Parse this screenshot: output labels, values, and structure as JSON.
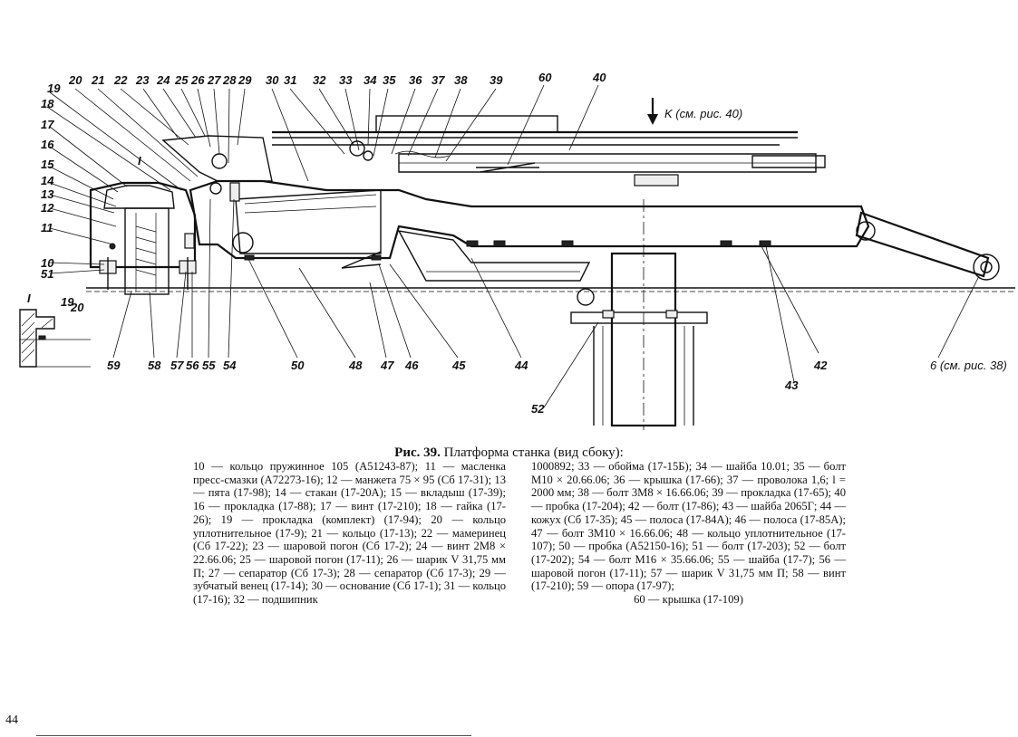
{
  "figure": {
    "view_label": "K (см. рис. 40)",
    "ref_right": "6 (см. рис. 38)",
    "detail_label": "I",
    "detail_inset": {
      "label": "I",
      "numbers": [
        "19",
        "20"
      ]
    },
    "numbers_top": [
      "20",
      "21",
      "22",
      "23",
      "24",
      "25",
      "26",
      "27",
      "28",
      "29",
      "30",
      "31",
      "32",
      "33",
      "34",
      "35",
      "36",
      "37",
      "38",
      "39",
      "60",
      "40"
    ],
    "numbers_left": [
      "19",
      "18",
      "17",
      "16",
      "15",
      "14",
      "13",
      "12",
      "11",
      "10",
      "51"
    ],
    "numbers_bottom": [
      "59",
      "58",
      "57",
      "56",
      "55",
      "54",
      "50",
      "48",
      "47",
      "46",
      "45",
      "44",
      "52",
      "43",
      "42"
    ]
  },
  "caption": {
    "label": "Рис. 39.",
    "title": "Платформа станка (вид сбоку):"
  },
  "legend_left": "10 — кольцо пружинное 105 (А51243-87); 11 — масленка пресс-смазки (А72273-16); 12 — манжета 75 × 95 (Сб 17-31); 13 — пята (17-98); 14 — стакан (17-20А); 15 — вкладыш (17-39); 16 — прокладка (17-88); 17 — винт (17-210); 18 — гайка (17-26); 19 — прокладка (комплект) (17-94); 20 — кольцо уплотнительное (17-9); 21 — кольцо (17-13); 22 — мамеринец (Сб 17-22); 23 — шаровой погон (Сб 17-2); 24 — винт 2М8 × 22.66.06; 25 — шаровой погон (17-11); 26 — шарик V 31,75 мм П; 27 — сепаратор (Сб 17-3); 28 — сепаратор (Сб 17-3); 29 — зубчатый венец (17-14); 30 — основание (Сб 17-1); 31 — кольцо (17-16); 32 — подшипник",
  "legend_right": "1000892; 33 — обойма (17-15Б); 34 — шайба 10.01; 35 — болт М10 × 20.66.06; 36 — крышка (17-66); 37 — проволока 1,6; l = 2000 мм; 38 — болт 3М8 × 16.66.06; 39 — прокладка (17-65); 40 — пробка (17-204); 42 — болт (17-86); 43 — шайба 2065Г; 44 — кожух (Сб 17-35); 45 — полоса (17-84А); 46 — полоса (17-85А); 47 — болт 3М10 × 16.66.06; 48 — кольцо уплотнительное (17-107); 50 — пробка (А52150-16); 51 — болт (17-203); 52 — болт (17-202); 54 — болт М16 × 35.66.06; 55 — шайба (17-7); 56 — шаровой погон (17-11); 57 — шарик V 31,75 мм П; 58 — винт (17-210); 59 — опора (17-97);",
  "legend_right_last": "60 — крышка (17-109)",
  "page_number": "44"
}
